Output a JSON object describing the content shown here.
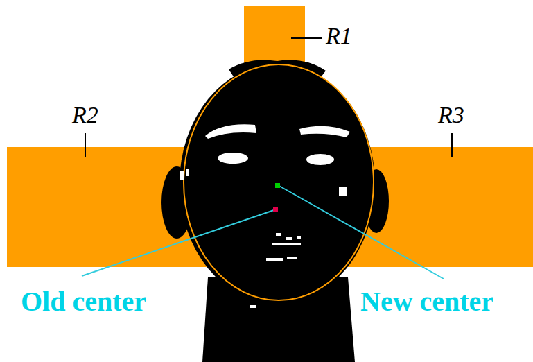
{
  "diagram": {
    "labels": [
      "R1",
      "R2",
      "R3",
      "Old center",
      "New center"
    ]
  }
}
